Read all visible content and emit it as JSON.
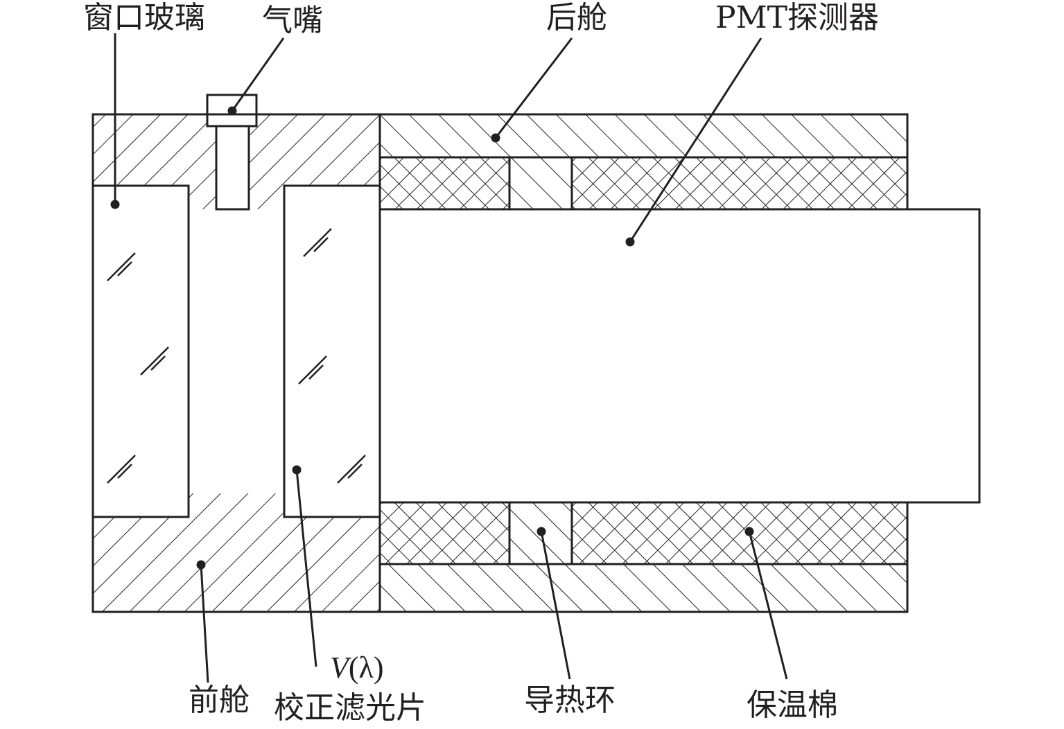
{
  "labels": {
    "window_glass": "窗口玻璃",
    "gas_nozzle": "气嘴",
    "rear_cabin": "后舱",
    "pmt_detector": "PMT探测器",
    "front_cabin": "前舱",
    "filter_formula_v": "V",
    "filter_formula_lambda": "(λ)",
    "filter_name": "校正滤光片",
    "heat_ring": "导热环",
    "insulation": "保温棉"
  },
  "colors": {
    "line": "#231f20",
    "background": "#ffffff"
  }
}
